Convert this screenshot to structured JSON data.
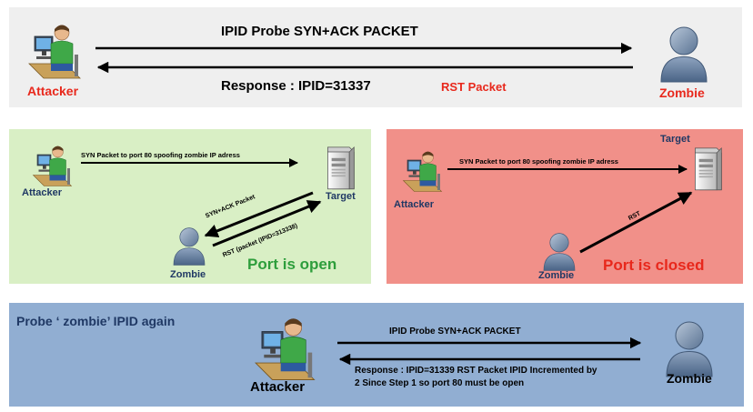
{
  "step1": {
    "probe_label": "IPID Probe SYN+ACK PACKET",
    "response_label": "Response : IPID=31337",
    "rst_label": "RST Packet",
    "attacker_label": "Attacker",
    "zombie_label": "Zombie"
  },
  "step2_open": {
    "syn_label": "SYN Packet to port 80 spoofing zombie IP adress",
    "attacker_label": "Attacker",
    "target_label": "Target",
    "synack_label": "SYN+ACK  Packet",
    "rst_label": "RST  (packet (IPID=313338)",
    "zombie_label": "Zombie",
    "result_label": "Port is open"
  },
  "step2_closed": {
    "syn_label": "SYN Packet to port 80 spoofing zombie IP adress",
    "attacker_label": "Attacker",
    "target_label": "Target",
    "rst_label": "RST",
    "zombie_label": "Zombie",
    "result_label": "Port is closed"
  },
  "step3": {
    "title": "Probe ‘ zombie’  IPID again",
    "probe_label": "IPID Probe SYN+ACK PACKET",
    "response_line1": "Response : IPID=31339 RST Packet IPID Incremented by",
    "response_line2": "2 Since Step 1 so port 80 must be open",
    "attacker_label": "Attacker",
    "zombie_label": "Zombie"
  },
  "colors": {
    "red_text": "#e8281c",
    "navy_text": "#1f3864",
    "green_text": "#2e9e3c",
    "panel_gray": "#efefef",
    "panel_green": "#d9efc5",
    "panel_red": "#f19089",
    "panel_blue": "#91aed2"
  },
  "icons": {
    "attacker": "attacker-computer-icon",
    "zombie": "zombie-user-icon",
    "target": "target-server-icon"
  }
}
